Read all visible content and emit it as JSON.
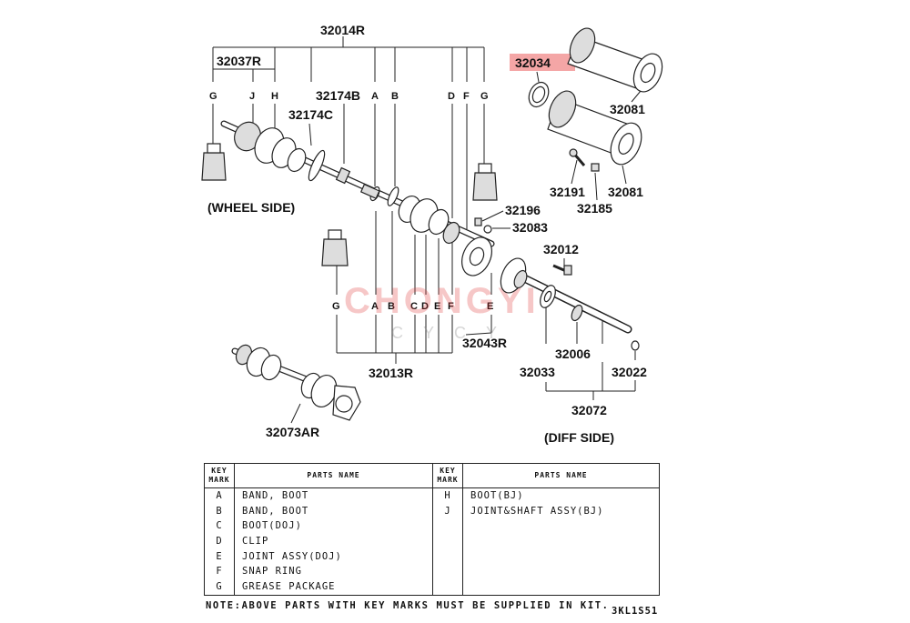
{
  "callouts": {
    "p32014R": "32014R",
    "p32037R": "32037R",
    "p32174B": "32174B",
    "p32174C": "32174C",
    "p32034": "32034",
    "p32081a": "32081",
    "p32081b": "32081",
    "p32191": "32191",
    "p32185": "32185",
    "p32196": "32196",
    "p32083": "32083",
    "p32012": "32012",
    "p32043R": "32043R",
    "p32013R": "32013R",
    "p32006": "32006",
    "p32033": "32033",
    "p32022": "32022",
    "p32072": "32072",
    "p32073AR": "32073AR"
  },
  "keys_top": [
    "G",
    "J",
    "H",
    "A",
    "B",
    "D",
    "F",
    "G"
  ],
  "keys_bottom": [
    "G",
    "A",
    "B",
    "C",
    "D",
    "E",
    "F",
    "E"
  ],
  "side_labels": {
    "wheel": "(WHEEL SIDE)",
    "diff": "(DIFF SIDE)"
  },
  "watermark": {
    "main": "CHONGYI",
    "sub": "CYCY"
  },
  "highlight_color": "#f4a6a6",
  "table": {
    "header_key": "KEY MARK",
    "header_name": "PARTS NAME",
    "rows": [
      {
        "left_key": "A",
        "left_name": "BAND, BOOT",
        "right_key": "H",
        "right_name": "BOOT(BJ)"
      },
      {
        "left_key": "B",
        "left_name": "BAND, BOOT",
        "right_key": "J",
        "right_name": "JOINT&SHAFT ASSY(BJ)"
      },
      {
        "left_key": "C",
        "left_name": "BOOT(DOJ)",
        "right_key": "",
        "right_name": ""
      },
      {
        "left_key": "D",
        "left_name": "CLIP",
        "right_key": "",
        "right_name": ""
      },
      {
        "left_key": "E",
        "left_name": "JOINT ASSY(DOJ)",
        "right_key": "",
        "right_name": ""
      },
      {
        "left_key": "F",
        "left_name": "SNAP RING",
        "right_key": "",
        "right_name": ""
      },
      {
        "left_key": "G",
        "left_name": "GREASE PACKAGE",
        "right_key": "",
        "right_name": ""
      }
    ]
  },
  "note": "NOTE:ABOVE PARTS WITH KEY MARKS MUST BE SUPPLIED IN KIT.",
  "catalog_code": "3KL1S51"
}
